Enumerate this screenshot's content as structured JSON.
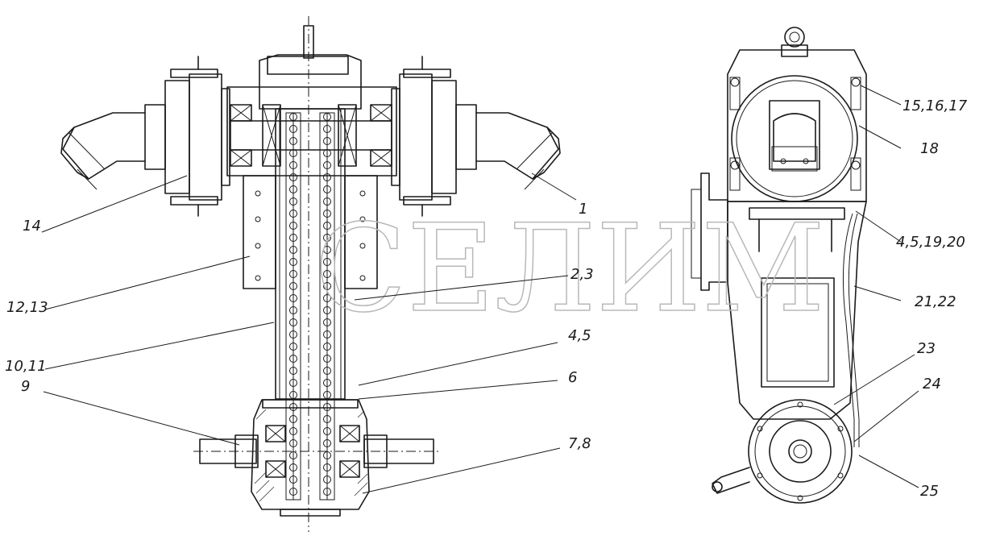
{
  "watermark": "СЕЛИМ",
  "callouts": {
    "c1": "1",
    "c2_3": "2,3",
    "c4_5": "4,5",
    "c6": "6",
    "c7_8": "7,8",
    "c9": "9",
    "c10_11": "10,11",
    "c12_13": "12,13",
    "c14": "14",
    "c15_16_17": "15,16,17",
    "c18": "18",
    "c4_5_19_20": "4,5,19,20",
    "c21_22": "21,22",
    "c23": "23",
    "c24": "24",
    "c25": "25"
  }
}
